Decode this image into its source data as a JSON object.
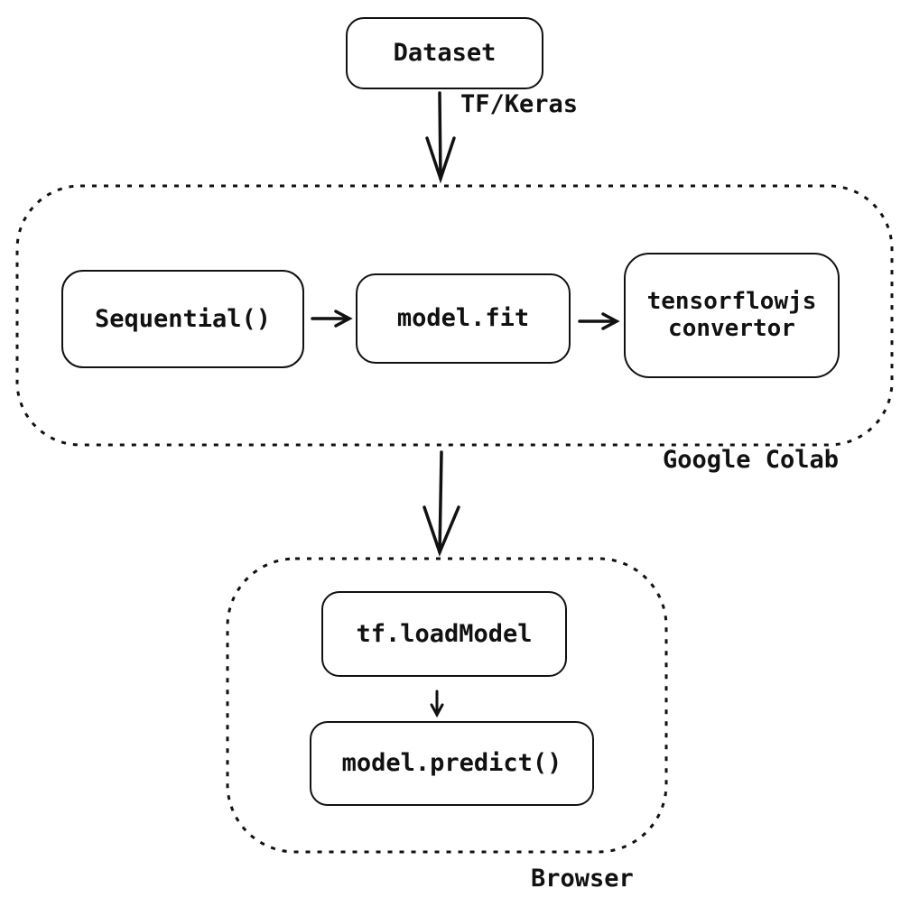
{
  "nodes": {
    "dataset": "Dataset",
    "sequential": "Sequential()",
    "model_fit": "model.fit",
    "tfjs_convertor": "tensorflowjs\nconvertor",
    "load_model": "tf.loadModel",
    "model_predict": "model.predict()"
  },
  "edges": {
    "dataset_to_colab": "TF/Keras"
  },
  "groups": {
    "colab": "Google Colab",
    "browser": "Browser"
  }
}
